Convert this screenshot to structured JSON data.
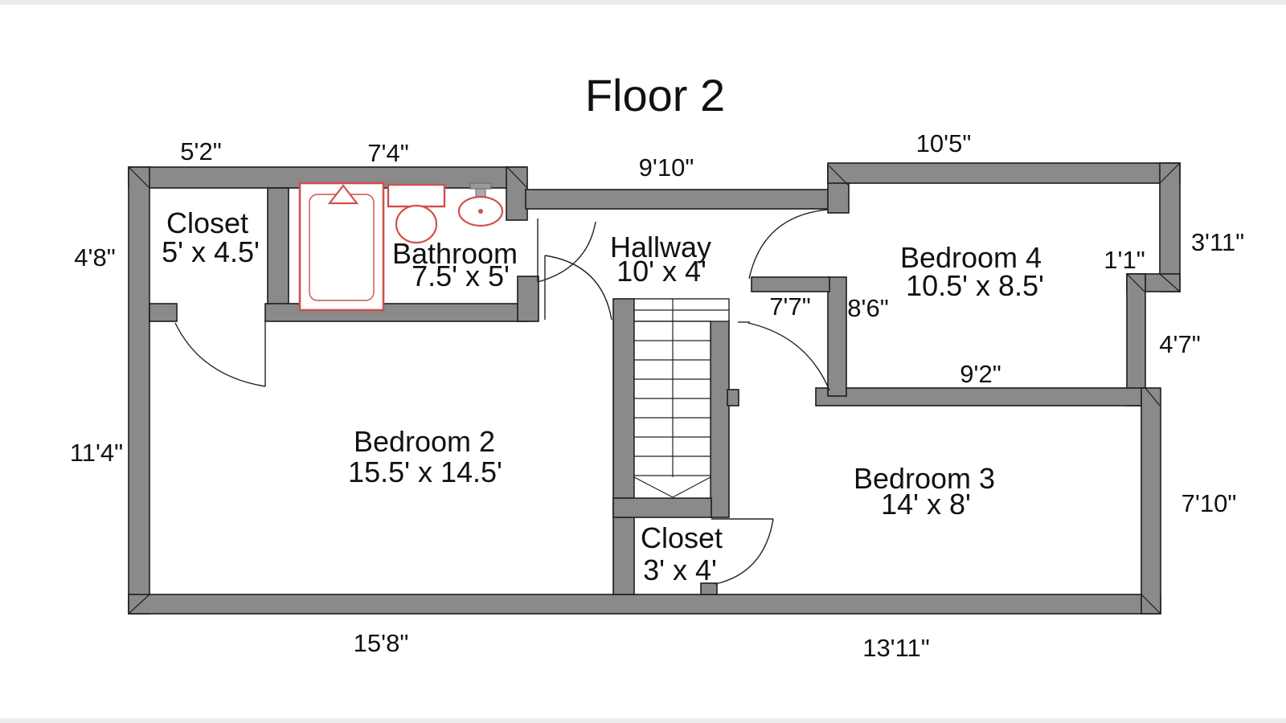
{
  "title": "Floor 2",
  "colors": {
    "background": "#ffffff",
    "wall_fill": "#8a8a8a",
    "wall_outline": "#1c1c1c",
    "fixture_red": "#cf4f4f",
    "text": "#111111"
  },
  "rooms": {
    "closet_upper": {
      "name": "Closet",
      "size": "5' x 4.5'"
    },
    "bathroom": {
      "name": "Bathroom",
      "size": "7.5' x 5'"
    },
    "hallway": {
      "name": "Hallway",
      "size": "10' x 4'"
    },
    "bedroom4": {
      "name": "Bedroom 4",
      "size": "10.5' x 8.5'"
    },
    "bedroom2": {
      "name": "Bedroom 2",
      "size": "15.5' x 14.5'"
    },
    "bedroom3": {
      "name": "Bedroom 3",
      "size": "14' x 8'"
    },
    "closet_lower": {
      "name": "Closet",
      "size": "3' x 4'"
    }
  },
  "dimensions": {
    "closet_upper_width": "5'2\"",
    "bathroom_width": "7'4\"",
    "hallway_width": "9'10\"",
    "bedroom4_width": "10'5\"",
    "closet_upper_height": "4'8\"",
    "bedroom2_height": "11'4\"",
    "bedroom4_right_upper": "3'11\"",
    "bedroom4_jog": "1'1\"",
    "bedroom4_right_lower": "4'7\"",
    "bedroom4_bottom": "9'2\"",
    "hallway_door": "7'7\"",
    "bedroom4_left": "8'6\"",
    "bedroom3_right": "7'10\"",
    "bedroom2_width": "15'8\"",
    "bedroom3_width": "13'11\""
  },
  "icons": {
    "bathtub": "bathtub-icon",
    "toilet": "toilet-icon",
    "sink": "sink-icon",
    "stairs": "staircase-icon"
  }
}
